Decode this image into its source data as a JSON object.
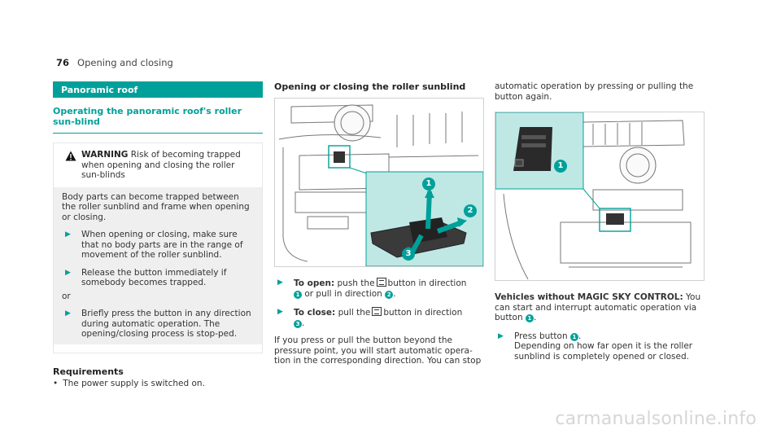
{
  "header": {
    "page_number": "76",
    "title": "Opening and closing"
  },
  "col1": {
    "section_title": "Panoramic roof",
    "subtitle": "Operating the panoramic roof's roller sun-blind",
    "warning": {
      "label": "WARNING",
      "text": "Risk of becoming trapped when opening and closing the roller sun-blinds",
      "body": "Body parts can become trapped between the roller sunblind and frame when opening or closing.",
      "steps": [
        "When opening or closing, make sure that no body parts are in the range of movement of the roller sunblind.",
        "Release the button immediately if somebody becomes trapped."
      ],
      "or": "or",
      "step3": "Briefly press the button in any direction during automatic operation. The opening/closing process is stop-ped."
    },
    "requirements_title": "Requirements",
    "requirements": [
      "The power supply is switched on."
    ]
  },
  "col2": {
    "heading": "Opening or closing the roller sunblind",
    "figure_badges": [
      "1",
      "2",
      "3"
    ],
    "open_label": "To open:",
    "open_text_a": "push the",
    "open_text_b": "button in direction",
    "open_text_c": "or pull in direction",
    "close_label": "To close:",
    "close_text_a": "pull the",
    "close_text_b": "button in direction",
    "para": "If you press or pull the button beyond the pressure point, you will start automatic opera-tion in the corresponding direction. You can stop",
    "badge1": "1",
    "badge2": "2",
    "badge3": "3"
  },
  "col3": {
    "para": "automatic operation by pressing or pulling the button again.",
    "figure_badge": "1",
    "vehicles_label": "Vehicles without MAGIC SKY CONTROL:",
    "vehicles_text": "You can start and interrupt automatic operation via button",
    "badge": "1",
    "step_text_a": "Press button",
    "step_text_b": "Depending on how far open it is the roller sunblind is completely opened or closed."
  },
  "watermark": "carmanualsonline.info",
  "colors": {
    "accent": "#00a09a",
    "warning_bg": "#efefef"
  }
}
